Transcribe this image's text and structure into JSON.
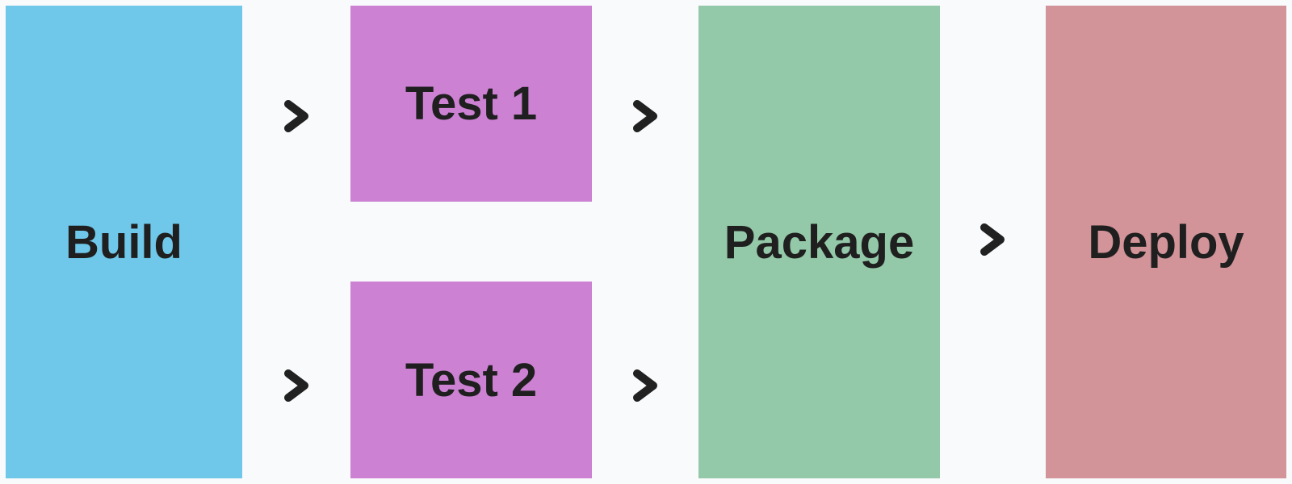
{
  "diagram": {
    "type": "pipeline-flow",
    "background": "#F8FAFC",
    "text_color": "#1F1F1F",
    "arrow_color": "#212121",
    "stages": [
      {
        "id": "build",
        "label": "Build",
        "color": "#6FC8EA"
      },
      {
        "id": "test-1",
        "label": "Test 1",
        "color": "#CC81D3"
      },
      {
        "id": "test-2",
        "label": "Test 2",
        "color": "#CC81D3"
      },
      {
        "id": "package",
        "label": "Package",
        "color": "#93C8A8"
      },
      {
        "id": "deploy",
        "label": "Deploy",
        "color": "#D29399"
      }
    ],
    "connections": [
      {
        "from": "Build",
        "to": "Test 1"
      },
      {
        "from": "Build",
        "to": "Test 2"
      },
      {
        "from": "Test 1",
        "to": "Package"
      },
      {
        "from": "Test 2",
        "to": "Package"
      },
      {
        "from": "Package",
        "to": "Deploy"
      }
    ]
  }
}
